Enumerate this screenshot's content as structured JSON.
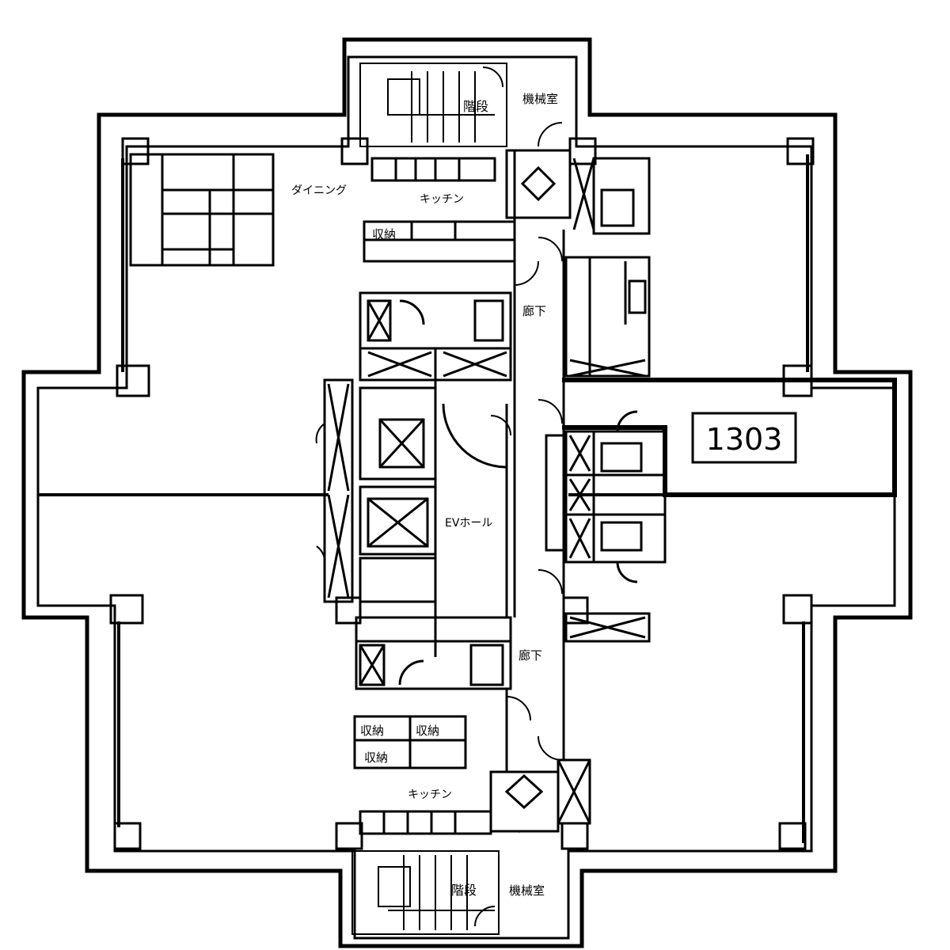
{
  "unit": {
    "number": "1303"
  },
  "labels": {
    "stair_north": "階段",
    "machine_room_north": "機械室",
    "stair_south": "階段",
    "machine_room_south": "機械室",
    "dining": "ダイニング",
    "kitchen": "キッチン",
    "corridor_upper": "廊下",
    "corridor_middle": "廊下",
    "corridor_lower": "廊下",
    "ev_hall": "EVホール",
    "storage_upper": "収納",
    "storage_lower_a": "収納",
    "storage_lower_b": "収納",
    "storage_lower_c": "収納"
  },
  "colors": {
    "line": "#000000",
    "background": "#ffffff"
  }
}
